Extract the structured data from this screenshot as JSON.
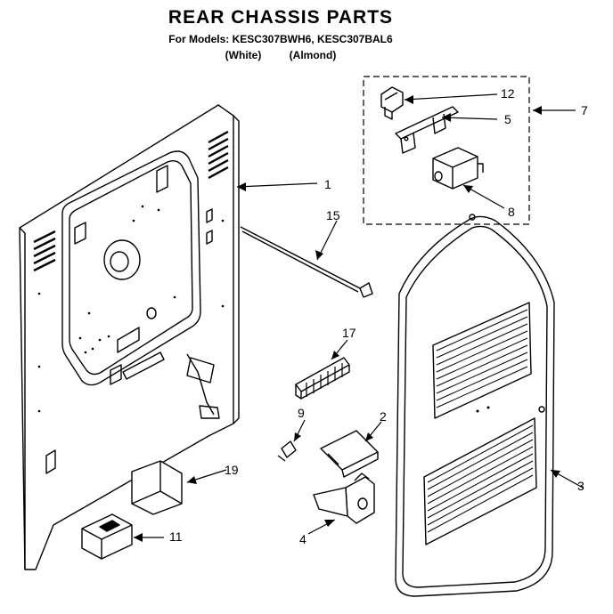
{
  "header": {
    "title": "REAR CHASSIS PARTS",
    "models": "For Models: KESC307BWH6, KESC307BAL6",
    "finish_white": "(White)",
    "finish_almond": "(Almond)"
  },
  "callouts": [
    "1",
    "2",
    "3",
    "4",
    "5",
    "7",
    "8",
    "9",
    "11",
    "12",
    "15",
    "17",
    "19"
  ]
}
